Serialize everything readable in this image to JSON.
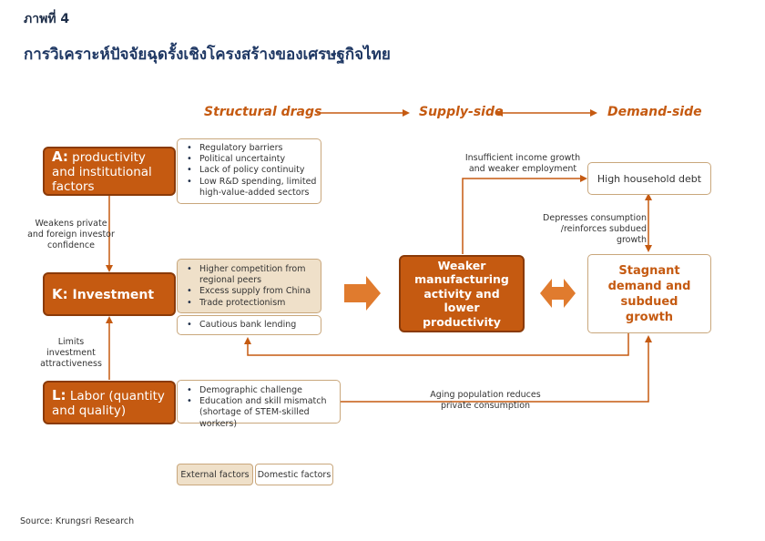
{
  "figure_label": "ภาพที่ 4",
  "title": "การวิเคราะห์ปัจจัยฉุดรั้งเชิงโครงสร้างของเศรษฐกิจไทย",
  "headers": {
    "structural": "Structural drags",
    "supply": "Supply-side",
    "demand": "Demand-side"
  },
  "factors": {
    "a": {
      "letter": "A:",
      "text": " productivity and institutional factors"
    },
    "k": {
      "letter": "K:",
      "text": " Investment"
    },
    "l": {
      "letter": "L:",
      "text": " Labor (quantity and quality)"
    }
  },
  "bullets": {
    "a": [
      "Regulatory barriers",
      "Political uncertainty",
      "Lack of policy continuity",
      "Low R&D spending, limited",
      "high-value-added sectors"
    ],
    "k_external": [
      "Higher competition from",
      "regional peers",
      "Excess supply from China",
      "Trade protectionism"
    ],
    "k_domestic": [
      "Cautious bank lending"
    ],
    "l": [
      "Demographic challenge",
      "Education and skill mismatch",
      "(shortage of STEM-skilled workers)"
    ]
  },
  "arrow_labels": {
    "weakens_line1": "Weakens private",
    "weakens_line2": "and foreign investor",
    "weakens_line3": "confidence",
    "limits_line1": "Limits investment",
    "limits_line2": "attractiveness",
    "income_line1": "Insufficient income growth",
    "income_line2": "and weaker employment",
    "depress_line1": "Depresses consumption",
    "depress_line2": "/reinforces subdued growth",
    "aging_line1": "Aging population reduces",
    "aging_line2": "private consumption"
  },
  "center_box": {
    "text": "Weaker manufacturing activity and lower productivity"
  },
  "debt_box": {
    "text": "High household debt"
  },
  "stagnant_box": {
    "text": "Stagnant demand and subdued growth"
  },
  "legend": {
    "external": "External factors",
    "domestic": "Domestic factors"
  },
  "source": "Source: Krungsri Research",
  "colors": {
    "accent": "#c55a11",
    "title": "#1f3864",
    "external_fill": "#efe0c9",
    "border": "#c9a77c"
  }
}
